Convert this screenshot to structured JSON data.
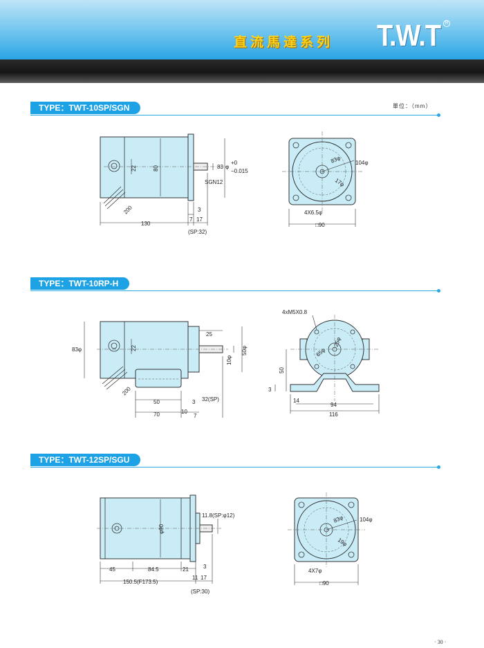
{
  "header": {
    "series_title": "直流馬達系列",
    "logo": "T.W.T",
    "logo_mark": "R",
    "colors": {
      "band_blue": "#1d9ee3",
      "title_yellow": "#ffd21a",
      "accent": "#1ea2e6"
    }
  },
  "unit_label": "單位：（mm）",
  "sections": [
    {
      "tag": "TYPE：TWT-10SP/SGN",
      "side": {
        "height": "80",
        "terminal": "22",
        "shaft_dia": "83",
        "phi": "φ",
        "tol_plus": "+0",
        "tol_minus": "−0.015",
        "model": "SGN12",
        "lead": "200",
        "length": "130",
        "flange_a": "3",
        "flange_b": "7",
        "shaft_len": "17",
        "note": "(SP:32)"
      },
      "front": {
        "pcd": "83φ",
        "outer": "104φ",
        "shaft": "17φ",
        "holes": "4X6.5φ",
        "square": "□90"
      }
    },
    {
      "tag": "TYPE：TWT-10RP-H",
      "side": {
        "dia": "83φ",
        "terminal": "22",
        "shaft_len": "25",
        "shaft_dia": "10φ",
        "flange_dia": "50φ",
        "lead": "200",
        "base_a": "50",
        "base_b": "3",
        "sp_note": "32(SP)",
        "len_a": "70",
        "len_b": "10",
        "len_c": "7"
      },
      "front": {
        "screws": "4xM5X0.8",
        "pcd": "65φ",
        "inner": "25φ",
        "height": "50",
        "thick": "3",
        "slot": "14",
        "hole_pitch": "94",
        "width": "116"
      }
    },
    {
      "tag": "TYPE：TWT-12SP/SGU",
      "side": {
        "dia": "φ90",
        "shaft_dia": "11.8(SP:φ12)",
        "seg_a": "45",
        "seg_b": "84.5",
        "seg_c": "21",
        "flange": "3",
        "total": "150.5(F173.5)",
        "len_a": "11",
        "len_b": "17",
        "note": "(SP:30)"
      },
      "front": {
        "pcd": "83φ",
        "outer": "104φ",
        "shaft": "19φ",
        "holes": "4X7φ",
        "square": "□90"
      }
    }
  ],
  "page_number": "· 30 ·"
}
